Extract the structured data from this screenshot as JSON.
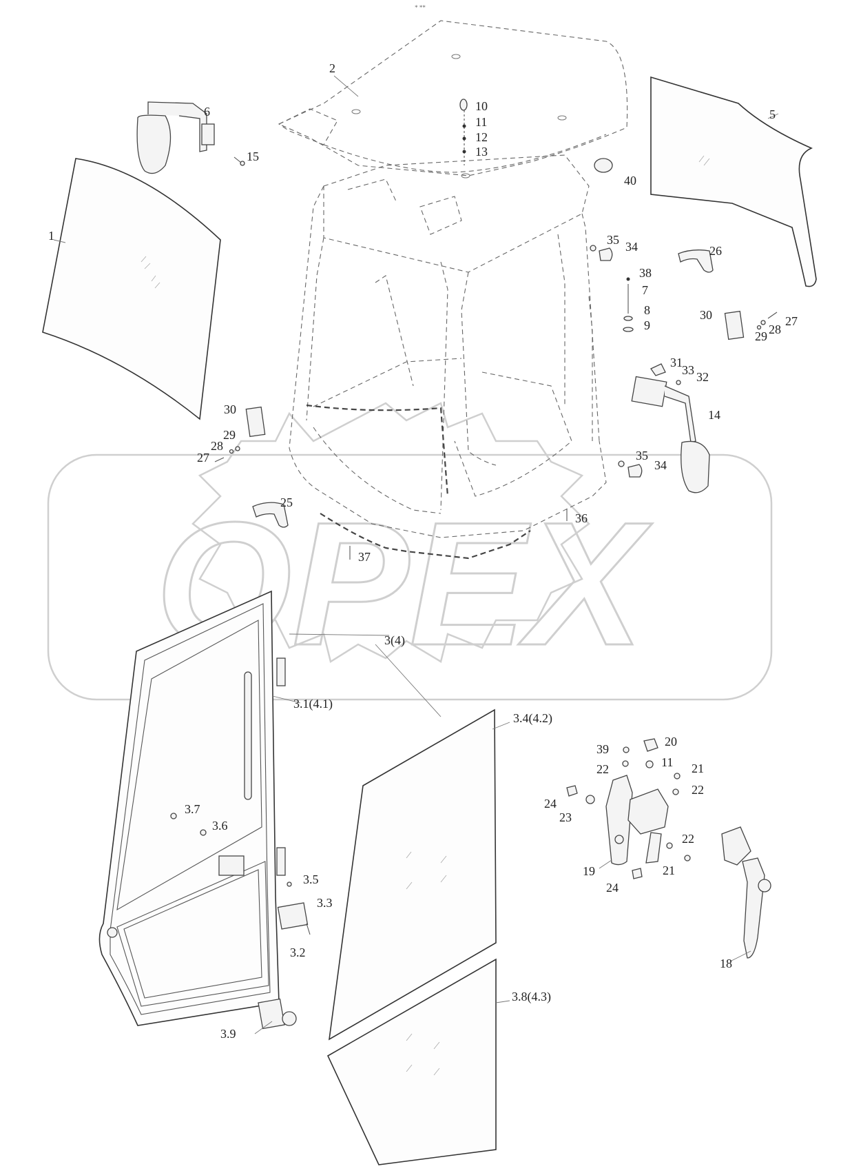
{
  "header": {
    "marker": "* **"
  },
  "watermark": {
    "text": "OPEX"
  },
  "callouts": {
    "c1": "1",
    "c2": "2",
    "c3": "3(4)",
    "c3_1": "3.1(4.1)",
    "c3_2": "3.2",
    "c3_3": "3.3",
    "c3_4": "3.4(4.2)",
    "c3_5": "3.5",
    "c3_6": "3.6",
    "c3_7": "3.7",
    "c3_8": "3.8(4.3)",
    "c3_9": "3.9",
    "c5": "5",
    "c6": "6",
    "c7": "7",
    "c8": "8",
    "c9": "9",
    "c10": "10",
    "c11a": "11",
    "c11b": "11",
    "c12": "12",
    "c13": "13",
    "c14": "14",
    "c15": "15",
    "c18": "18",
    "c19": "19",
    "c20": "20",
    "c21a": "21",
    "c21b": "21",
    "c22a": "22",
    "c22b": "22",
    "c22c": "22",
    "c23": "23",
    "c24a": "24",
    "c24b": "24",
    "c25": "25",
    "c26": "26",
    "c27a": "27",
    "c27b": "27",
    "c28a": "28",
    "c28b": "28",
    "c29a": "29",
    "c29b": "29",
    "c30a": "30",
    "c30b": "30",
    "c31": "31",
    "c32": "32",
    "c33": "33",
    "c34a": "34",
    "c34b": "34",
    "c35a": "35",
    "c35b": "35",
    "c36": "36",
    "c37": "37",
    "c38": "38",
    "c39": "39",
    "c40": "40"
  }
}
